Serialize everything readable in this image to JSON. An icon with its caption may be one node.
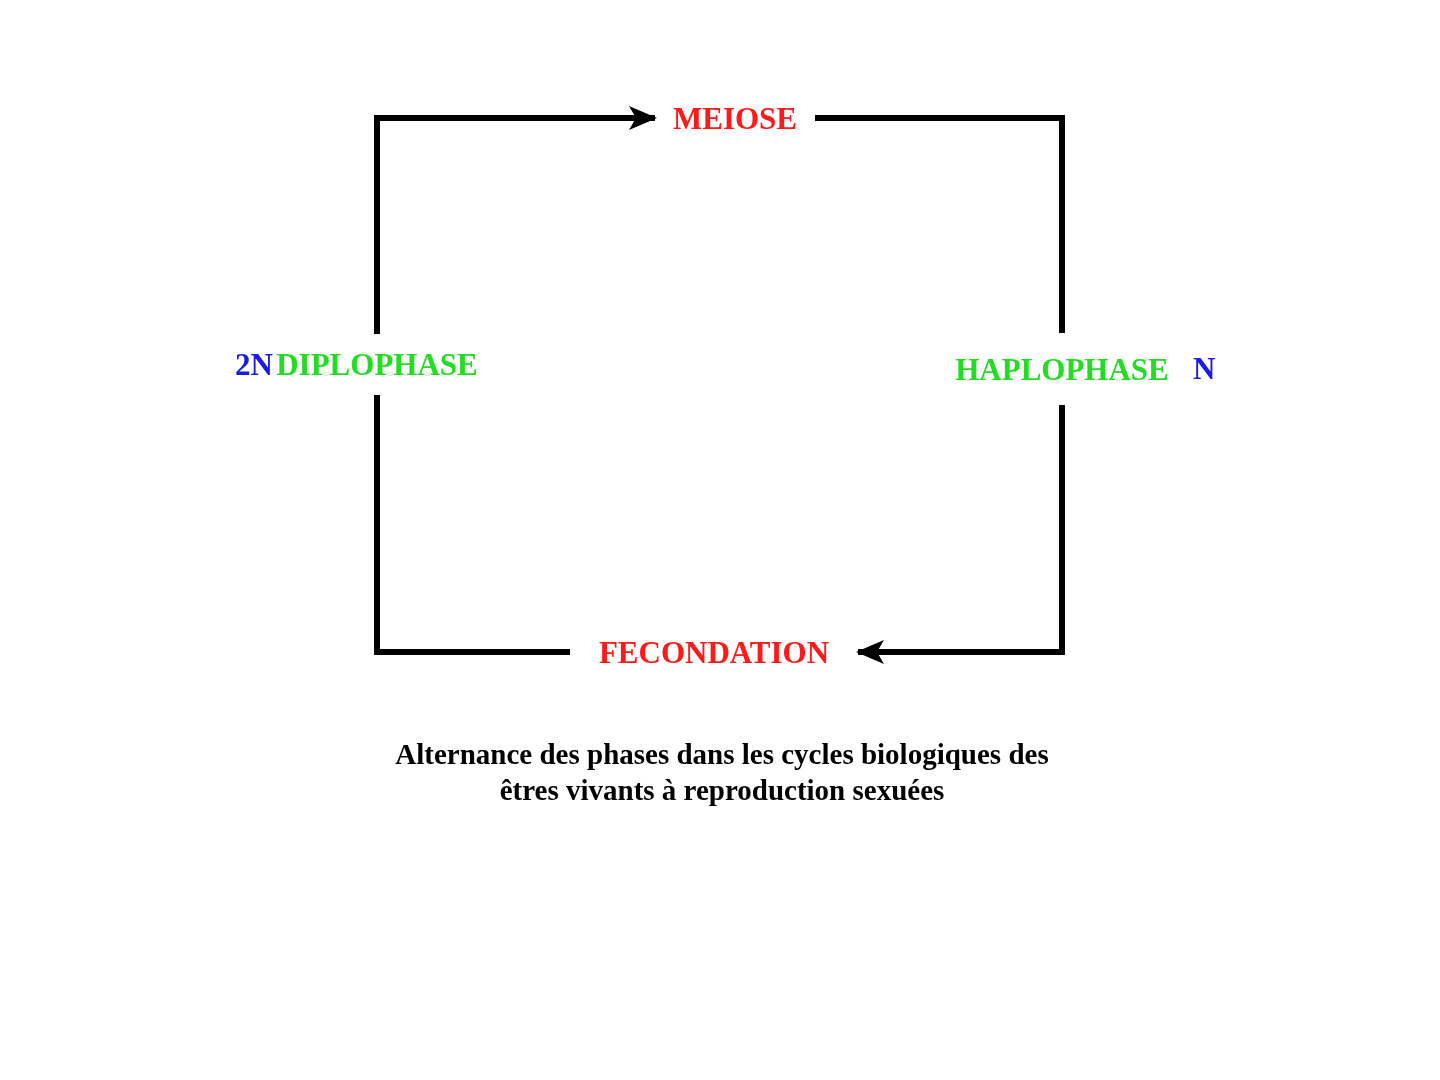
{
  "diagram": {
    "nodes": [
      {
        "text": [
          "MEIOSE"
        ]
      },
      {
        "text": [
          "HAPLOPHASE"
        ],
        "beside": [
          "N"
        ]
      },
      {
        "text": [
          "FECONDATION"
        ]
      },
      {
        "text": [
          "DIPLOPHASE"
        ],
        "beside": [
          "2N"
        ]
      }
    ],
    "edges": [
      {
        "from": 3,
        "to": 0,
        "arrow": "to"
      },
      {
        "from": 0,
        "to": 1,
        "arrow": "none"
      },
      {
        "from": 1,
        "to": 2,
        "arrow": "to"
      },
      {
        "from": 2,
        "to": 3,
        "arrow": "none"
      }
    ],
    "caption": "Alternance des phases dans les cycles biologiques des êtres vivants à reproduction sexuées"
  }
}
